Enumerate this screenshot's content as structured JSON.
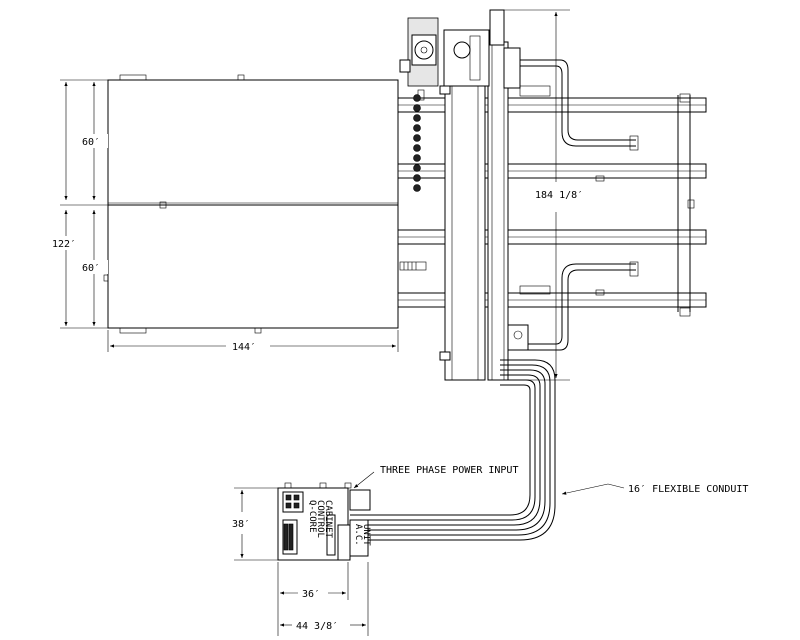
{
  "dimensions": {
    "table_top_height": "60′",
    "table_bottom_height": "60′",
    "table_total_height": "122′",
    "table_width": "144′",
    "machine_length": "184 1/8′",
    "cabinet_height": "38′",
    "cabinet_width": "36′",
    "cabinet_total_width": "44 3/8′"
  },
  "labels": {
    "power_input": "THREE PHASE POWER INPUT",
    "conduit": "16′ FLEXIBLE CONDUIT",
    "cabinet_line1": "Q-CORE",
    "cabinet_line2": "CONTROL",
    "cabinet_line3": "CABINET",
    "ac_line1": "A.C.",
    "ac_line2": "UNIT"
  }
}
